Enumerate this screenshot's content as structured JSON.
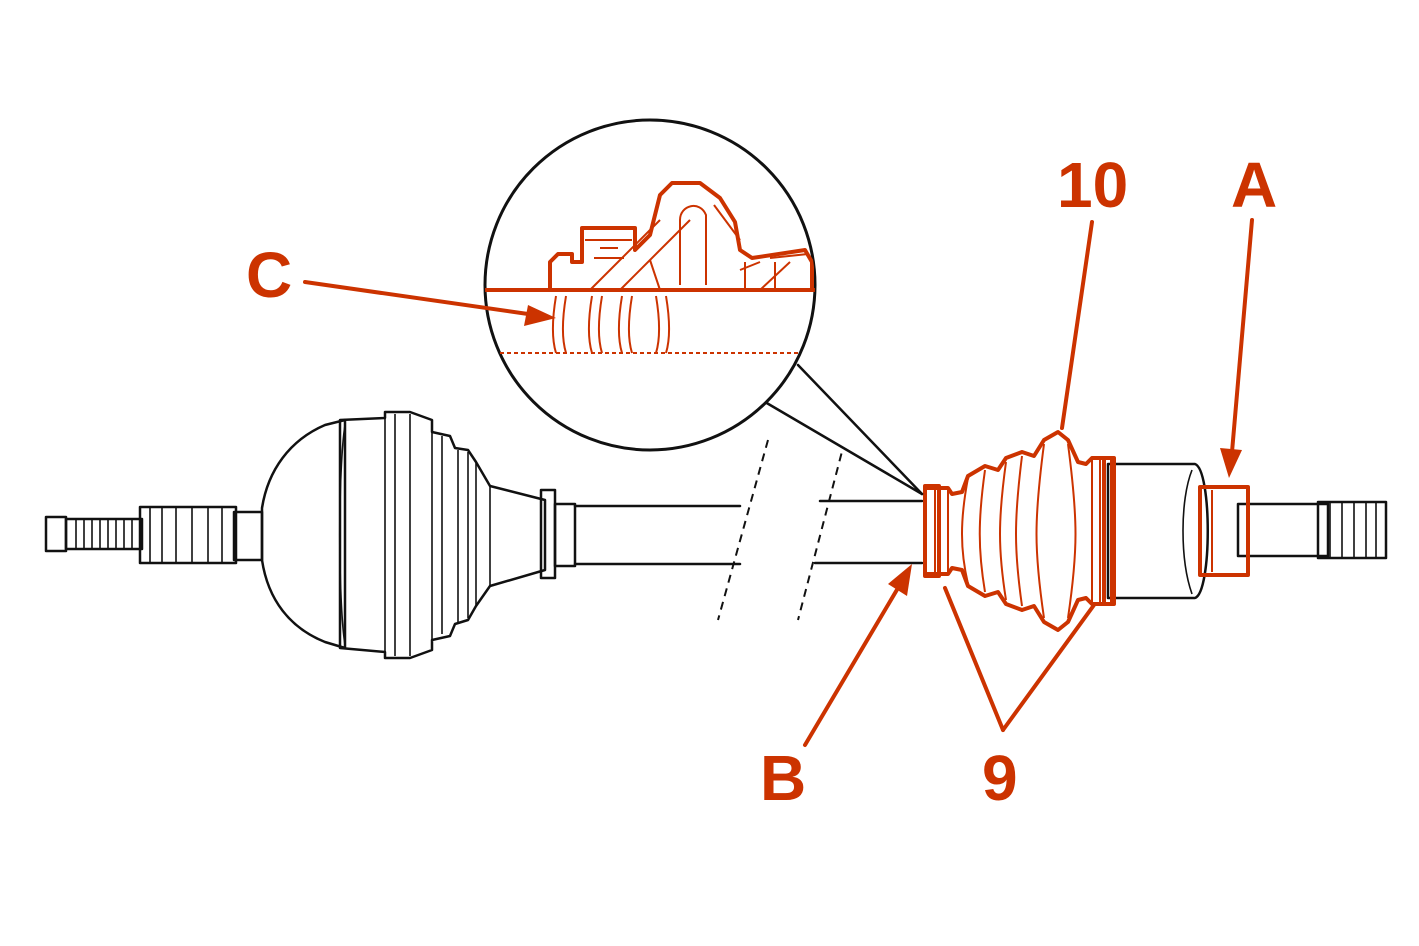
{
  "colors": {
    "accent": "#cc3300",
    "line": "#111111",
    "background": "#ffffff"
  },
  "labels": {
    "a": "A",
    "b": "B",
    "c": "C",
    "nine": "9",
    "ten": "10"
  }
}
